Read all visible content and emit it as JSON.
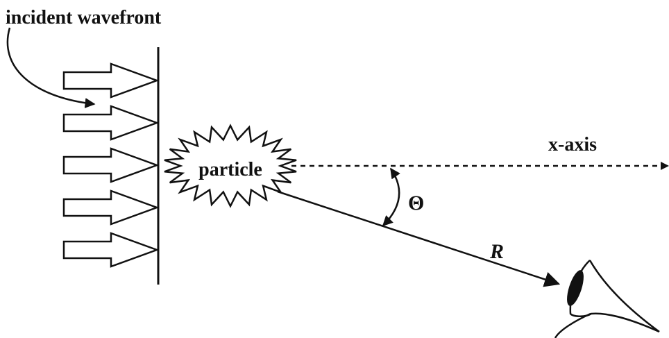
{
  "labels": {
    "incident": "incident wavefront",
    "particle": "particle",
    "x_axis": "x-axis",
    "theta": "Θ",
    "r": "R"
  },
  "diagram": {
    "incident_arrow_count": 5,
    "elements": [
      "incident-wavefront-arrows",
      "wavefront-plane",
      "particle",
      "x-axis",
      "scattered-ray",
      "angle-arc",
      "observer-eye"
    ]
  },
  "colors": {
    "ink": "#111111",
    "background": "#ffffff"
  }
}
